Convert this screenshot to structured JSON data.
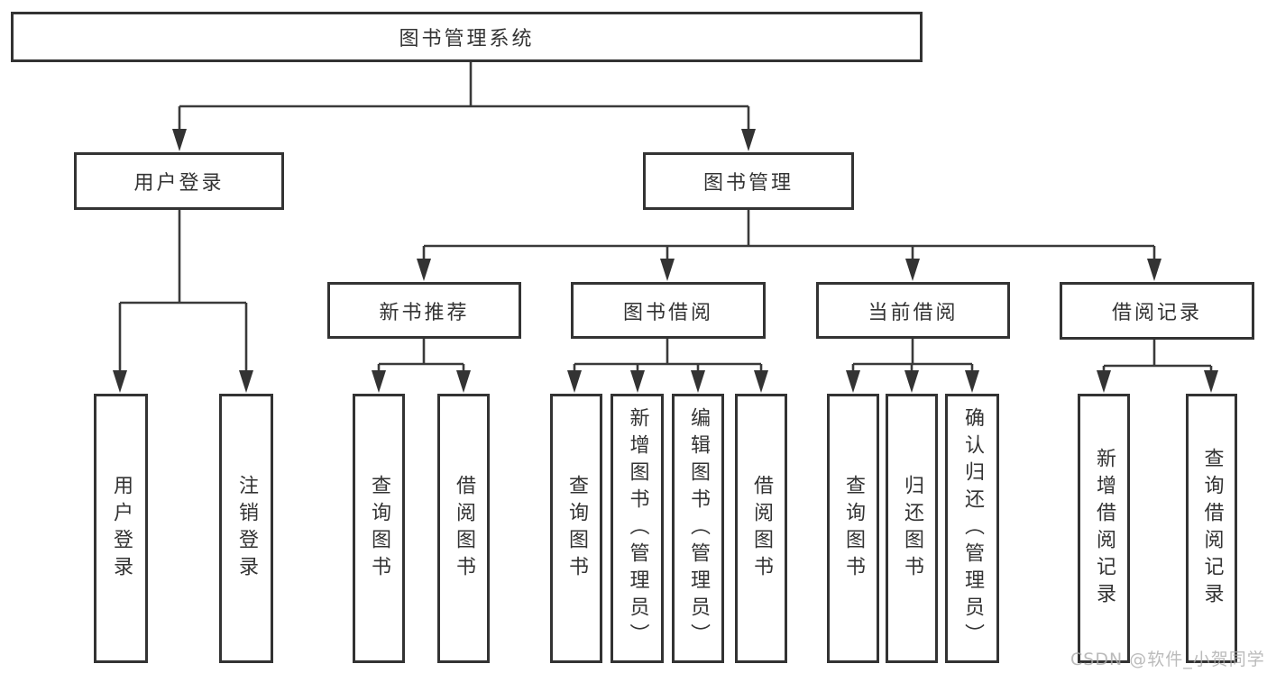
{
  "tree": {
    "label": "图书管理系统",
    "children": [
      {
        "label": "用户登录",
        "children": [
          {
            "label": "用户登录"
          },
          {
            "label": "注销登录"
          }
        ]
      },
      {
        "label": "图书管理",
        "children": [
          {
            "label": "新书推荐",
            "children": [
              {
                "label": "查询图书"
              },
              {
                "label": "借阅图书"
              }
            ]
          },
          {
            "label": "图书借阅",
            "children": [
              {
                "label": "查询图书"
              },
              {
                "label": "新增图书（管理员）"
              },
              {
                "label": "编辑图书（管理员）"
              },
              {
                "label": "借阅图书"
              }
            ]
          },
          {
            "label": "当前借阅",
            "children": [
              {
                "label": "查询图书"
              },
              {
                "label": "归还图书"
              },
              {
                "label": "确认归还（管理员）"
              }
            ]
          },
          {
            "label": "借阅记录",
            "children": [
              {
                "label": "新增借阅记录"
              },
              {
                "label": "查询借阅记录"
              }
            ]
          }
        ]
      }
    ]
  },
  "watermark": {
    "text": "CSDN @软件_小贺同学"
  },
  "colors": {
    "line": "#3a3a3a",
    "box_border": "#333333",
    "text": "#333333",
    "background": "#ffffff",
    "watermark": "#ababab"
  }
}
